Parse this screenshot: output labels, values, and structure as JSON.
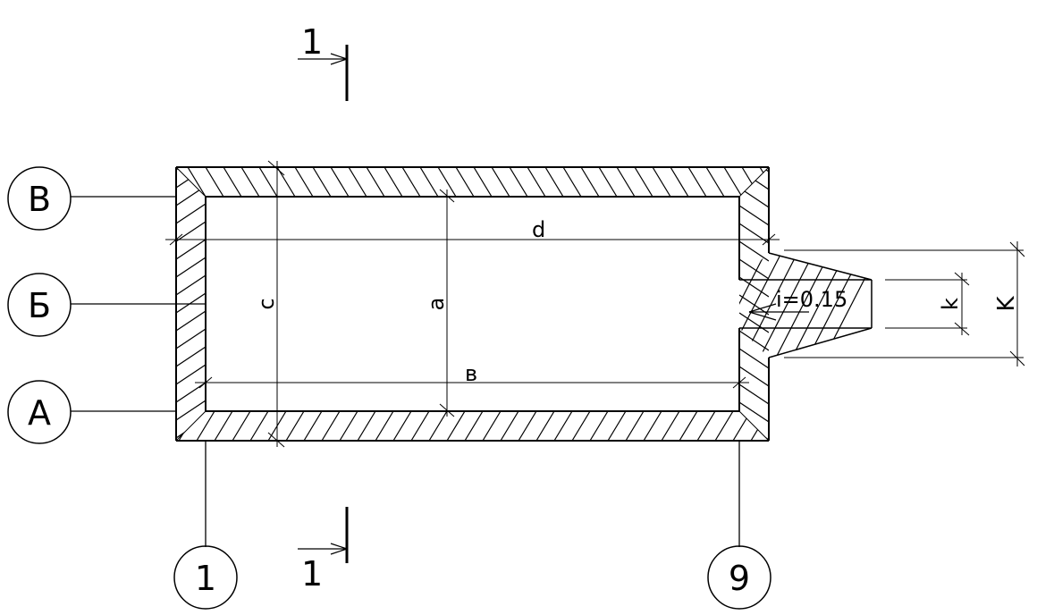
{
  "section_marks": {
    "top": "1",
    "bottom": "1"
  },
  "axes": {
    "rows": [
      {
        "id": "row-v",
        "label": "В"
      },
      {
        "id": "row-b",
        "label": "Б"
      },
      {
        "id": "row-a",
        "label": "А"
      }
    ],
    "columns": [
      {
        "id": "col-1",
        "label": "1"
      },
      {
        "id": "col-9",
        "label": "9"
      }
    ]
  },
  "dimensions": {
    "d": "d",
    "c": "c",
    "a": "a",
    "b": "в",
    "k_small": "k",
    "k_large": "K"
  },
  "slope_label": "i=0.15"
}
